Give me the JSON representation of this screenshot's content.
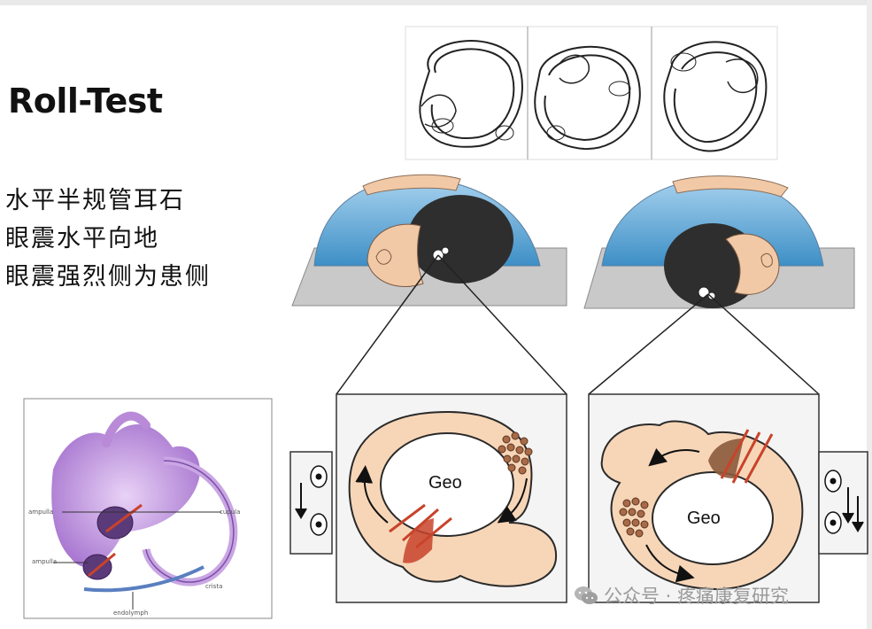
{
  "title": "Roll-Test",
  "bullets": [
    "水平半规管耳石",
    "眼震水平向地",
    "眼震强烈侧为患侧"
  ],
  "panels": {
    "left_geo_label": "Geo",
    "right_geo_label": "Geo"
  },
  "anatomy_labels": [
    "ampulla",
    "cupula",
    "ampulla",
    "crista",
    "endolymph"
  ],
  "watermark": "公众号 · 疼痛康复研究",
  "colors": {
    "canal_fill": "#f7d6b8",
    "canal_stroke": "#2a2a2a",
    "body_blue": "#5da8d8",
    "head_dark": "#2e2e2e",
    "skin": "#f2c9a6",
    "table_gray": "#bcbcbc",
    "cupula_red": "#c8432a",
    "otolith_brown": "#8b5a3c",
    "anatomy_purple": "#b88ad8"
  },
  "icons": [
    "down-arrow-icon",
    "eye-icon",
    "wechat-icon"
  ]
}
